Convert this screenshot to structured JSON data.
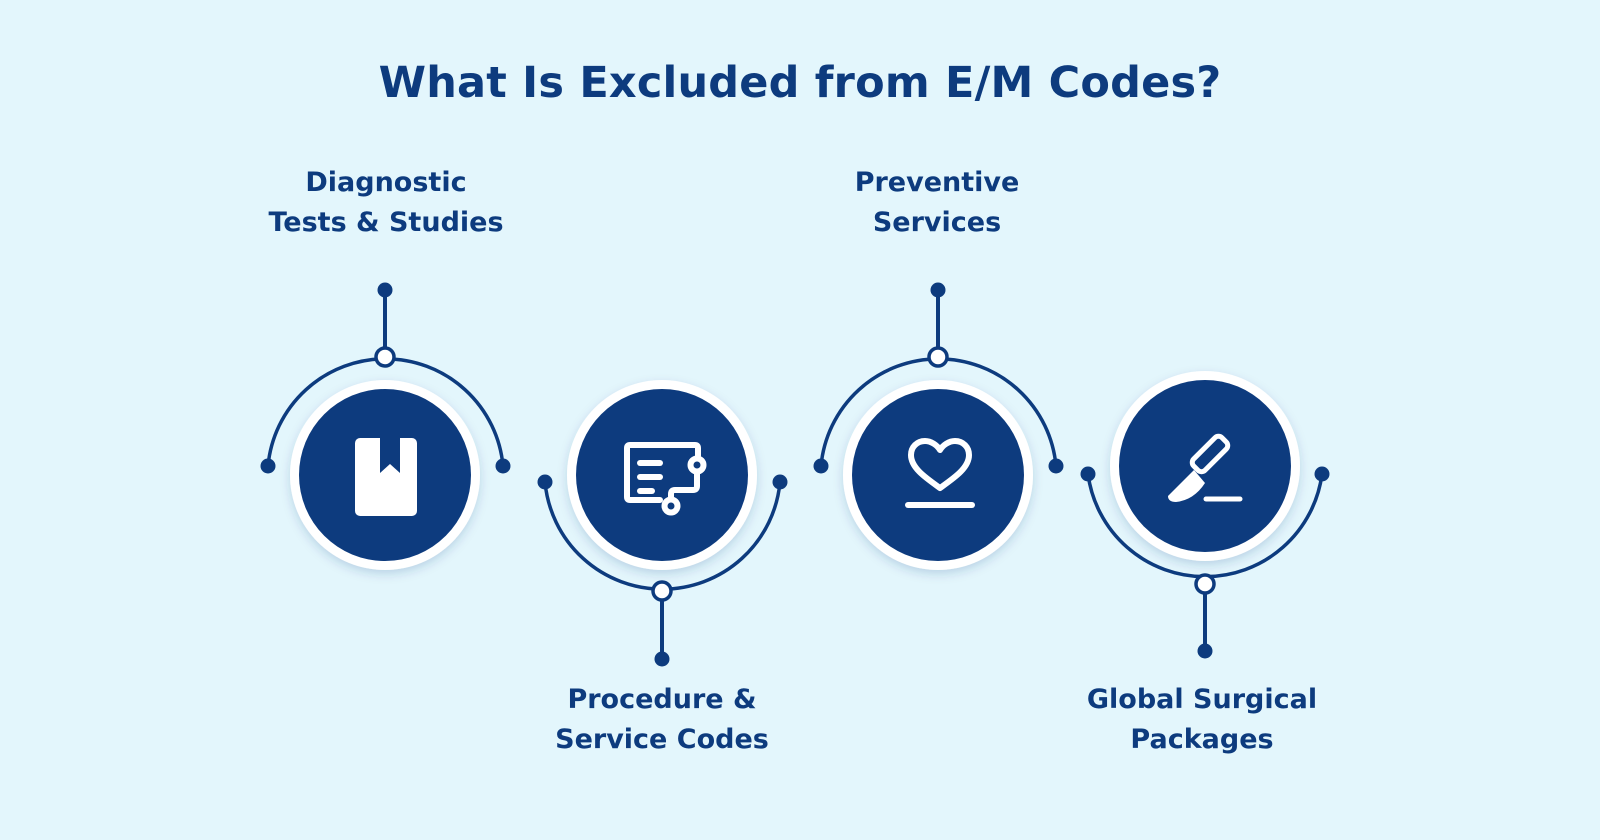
{
  "title": "What Is Excluded from E/M Codes?",
  "colors": {
    "background": "#e3f6fc",
    "primary": "#0d3b7e",
    "ring": "#ffffff"
  },
  "items": [
    {
      "line1": "Diagnostic",
      "line2": "Tests & Studies",
      "icon": "book-bookmark-icon",
      "label_position": "top"
    },
    {
      "line1": "Procedure &",
      "line2": "Service Codes",
      "icon": "code-flow-icon",
      "label_position": "bottom"
    },
    {
      "line1": "Preventive",
      "line2": "Services",
      "icon": "heart-icon",
      "label_position": "top"
    },
    {
      "line1": "Global Surgical",
      "line2": "Packages",
      "icon": "scalpel-icon",
      "label_position": "bottom"
    }
  ]
}
